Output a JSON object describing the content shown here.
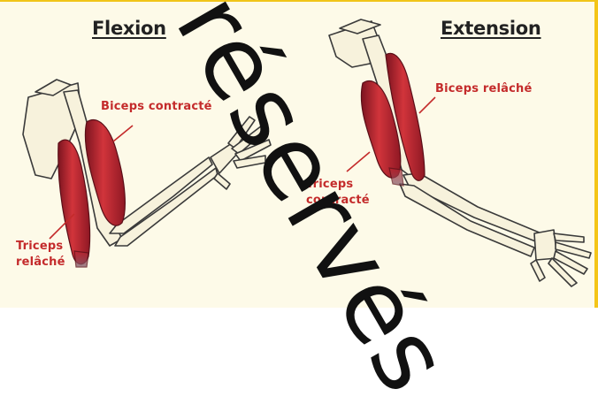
{
  "left_panel": {
    "title": "Flexion",
    "biceps_label": "Biceps contracté",
    "triceps_label_line1": "Triceps",
    "triceps_label_line2": "relâché"
  },
  "right_panel": {
    "title": "Extension",
    "biceps_label": "Biceps relâché",
    "triceps_label_line1": "Triceps",
    "triceps_label_line2": "contracté"
  },
  "watermark": "réservés",
  "colors": {
    "background": "#fdfae8",
    "border": "#f4c518",
    "muscle": "#b21e2b",
    "bone": "#f7f2dc",
    "label": "#c42b2b"
  }
}
